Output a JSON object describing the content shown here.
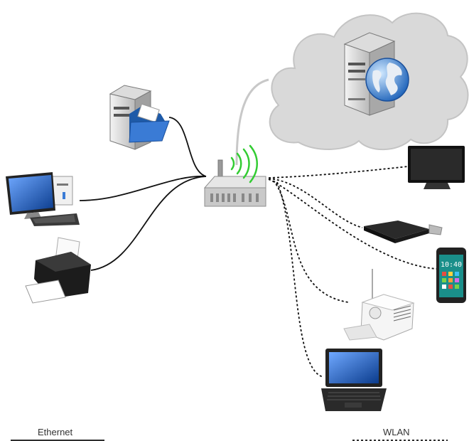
{
  "legend": {
    "ethernet_label": "Ethernet",
    "wlan_label": "WLAN"
  },
  "colors": {
    "cloud_fill": "#d9d9d9",
    "cloud_stroke": "#b8b8b8",
    "wired_line": "#111111",
    "wireless_line": "#111111",
    "cloud_link": "#c8c8c8",
    "wifi_waves": "#33cc33",
    "router_body": "#c9c9c9",
    "screen_blue": "#1f5fbf"
  },
  "devices": {
    "wired": [
      "file-server",
      "desktop-computer",
      "printer"
    ],
    "wireless": [
      "tv",
      "streaming-stick",
      "smartphone",
      "radio",
      "laptop"
    ],
    "cloud": [
      "web-server"
    ]
  },
  "phone_clock": "10:40"
}
